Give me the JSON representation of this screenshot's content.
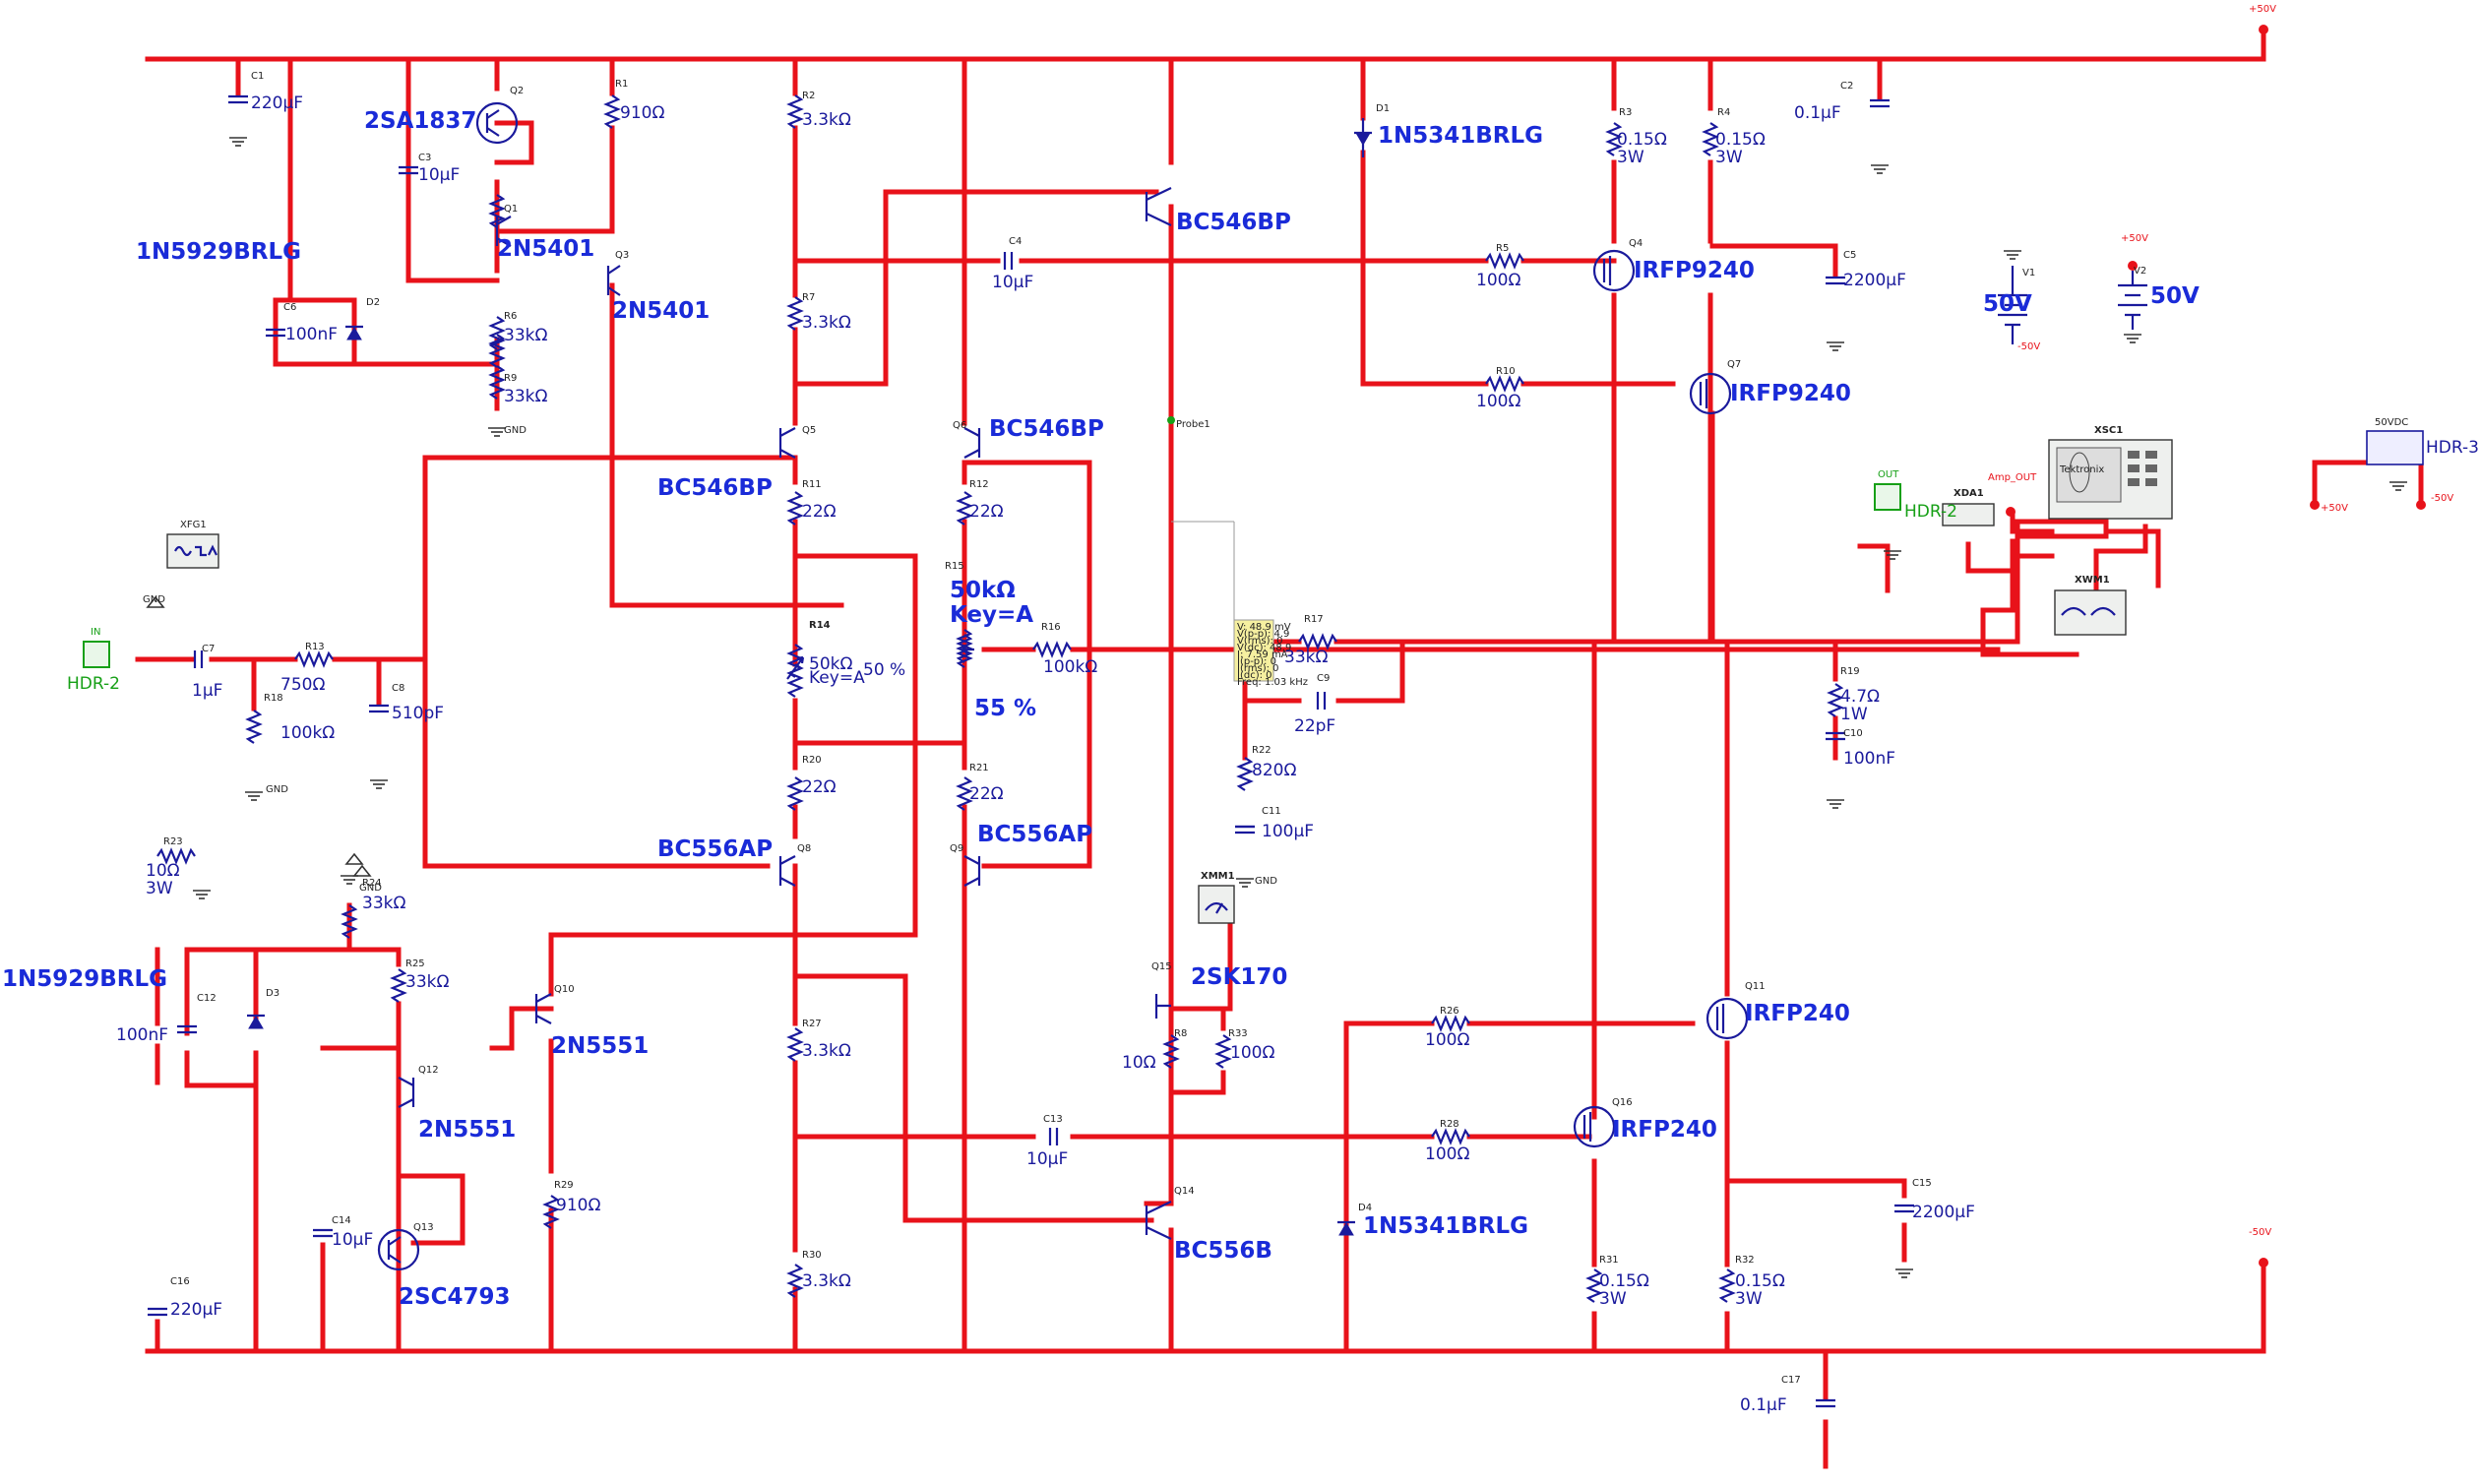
{
  "rails": {
    "pos": "+50V",
    "neg": "-50V"
  },
  "transistors": {
    "q_2sa1837": "2SA1837",
    "q1": "2N5401",
    "q3": "2N5401",
    "q_bc546bp_top": "BC546BP",
    "q5": "BC546BP",
    "q6": "BC546BP",
    "q_bc556ap_left": "BC556AP",
    "q_bc556ap_right": "BC556AP",
    "q10": "2N5551",
    "q12": "2N5551",
    "q_2sc4793": "2SC4793",
    "q_2sk170": "2SK170",
    "q_bc556b": "BC556B",
    "q_irfp9240_a": "IRFP9240",
    "q_irfp9240_b": "IRFP9240",
    "q_irfp240_a": "IRFP240",
    "q_irfp240_b": "IRFP240"
  },
  "zeners": {
    "d1": "1N5341BRLG",
    "d4": "1N5341BRLG",
    "d2": "1N5929BRLG",
    "d3": "1N5929BRLG"
  },
  "values": {
    "c1": "220µF",
    "c3": "10µF",
    "c6": "100nF",
    "r1": "910Ω",
    "r6": "33kΩ",
    "r9": "33kΩ",
    "r2": "3.3kΩ",
    "r7": "3.3kΩ",
    "c4": "10µF",
    "r11": "22Ω",
    "r12": "22Ω",
    "r14": "50kΩ",
    "r14_key": "Key=A",
    "r14_pct": "50 %",
    "r15": "50kΩ",
    "r15_key": "Key=A",
    "r15_pct": "55 %",
    "r16": "100kΩ",
    "r20": "22Ω",
    "r21": "22Ω",
    "c7": "1µF",
    "r13": "750Ω",
    "r18": "100kΩ",
    "c8": "510pF",
    "r3": "0.15Ω",
    "r3w": "3W",
    "r4": "0.15Ω",
    "r4w": "3W",
    "c2": "0.1µF",
    "r5": "100Ω",
    "c5": "2200µF",
    "r10": "100Ω",
    "r17": "33kΩ",
    "c9": "22pF",
    "r22": "820Ω",
    "c11": "100µF",
    "r19": "4.7Ω",
    "r19w": "1W",
    "c10": "100nF",
    "r23": "10Ω",
    "r23w": "3W",
    "r24": "33kΩ",
    "r25": "33kΩ",
    "c12": "100nF",
    "r29": "910Ω",
    "c14": "10µF",
    "c16": "220µF",
    "r27": "3.3kΩ",
    "r30": "3.3kΩ",
    "c13": "10µF",
    "r8": "10Ω",
    "r33": "100Ω",
    "r26": "100Ω",
    "r28": "100Ω",
    "r31": "0.15Ω",
    "r31w": "3W",
    "r32": "0.15Ω",
    "r32w": "3W",
    "c15": "2200µF",
    "c17": "0.1µF",
    "v1": "50V",
    "v2": "50V"
  },
  "refs": {
    "c1": "C1",
    "c3": "C3",
    "c6": "C6",
    "d2": "D2",
    "r1": "R1",
    "q1": "Q1",
    "q2": "Q2",
    "q3": "Q3",
    "r6": "R6",
    "r9": "R9",
    "r2": "R2",
    "r7": "R7",
    "d1": "D1",
    "q4": "Q4",
    "c4": "C4",
    "r5": "R5",
    "r3": "R3",
    "r4": "R4",
    "c2": "C2",
    "c5": "C5",
    "r10": "R10",
    "q7": "Q7",
    "q5": "Q5",
    "q6": "Q6",
    "r11": "R11",
    "r12": "R12",
    "r15": "R15",
    "r16": "R16",
    "r14": "R14",
    "r20": "R20",
    "r21": "R21",
    "q8": "Q8",
    "q9": "Q9",
    "c7": "C7",
    "r13": "R13",
    "r18": "R18",
    "c8": "C8",
    "r17": "R17",
    "c9": "C9",
    "r22": "R22",
    "c11": "C11",
    "r19": "R19",
    "c10": "C10",
    "r23": "R23",
    "r24": "R24",
    "r25": "R25",
    "c12": "C12",
    "d3": "D3",
    "q10": "Q10",
    "q12": "Q12",
    "r29": "R29",
    "c14": "C14",
    "q13": "Q13",
    "c16": "C16",
    "r27": "R27",
    "r30": "R30",
    "c13": "C13",
    "q15": "Q15",
    "r8": "R8",
    "r33": "R33",
    "q14": "Q14",
    "r26": "R26",
    "q11": "Q11",
    "r28": "R28",
    "q16": "Q16",
    "d4": "D4",
    "r31": "R31",
    "r32": "R32",
    "c15": "C15",
    "c17": "C17",
    "v1": "V1",
    "v2": "V2",
    "gnd": "GND"
  },
  "instruments": {
    "xfg1": "XFG1",
    "xsc1": "XSC1",
    "xsc1_brand": "Tektronix",
    "xda1": "XDA1",
    "xmm1": "XMM1",
    "xwm1": "XWM1",
    "probe1": "Probe1",
    "probe_readout": [
      "V: 48.9 mV",
      "V(p-p): 4.9",
      "V(rms): 0",
      "V(dc): 48.9",
      "I: 7.59 mA",
      "I(p-p): 0",
      "I(rms): 0",
      "I(dc): 0",
      "Freq: 1.03 kHz"
    ]
  },
  "connectors": {
    "hdr2_in": "HDR-2",
    "in_label": "IN",
    "hdr2_out": "HDR-2",
    "out_label": "OUT",
    "hdr3": "HDR-3",
    "hdr3_title": "50VDC",
    "hdr3_pos": "+50V",
    "hdr3_neg": "-50V",
    "amp_out": "Amp_OUT",
    "v1_rail": "-50V",
    "v2_rail": "+50V"
  }
}
